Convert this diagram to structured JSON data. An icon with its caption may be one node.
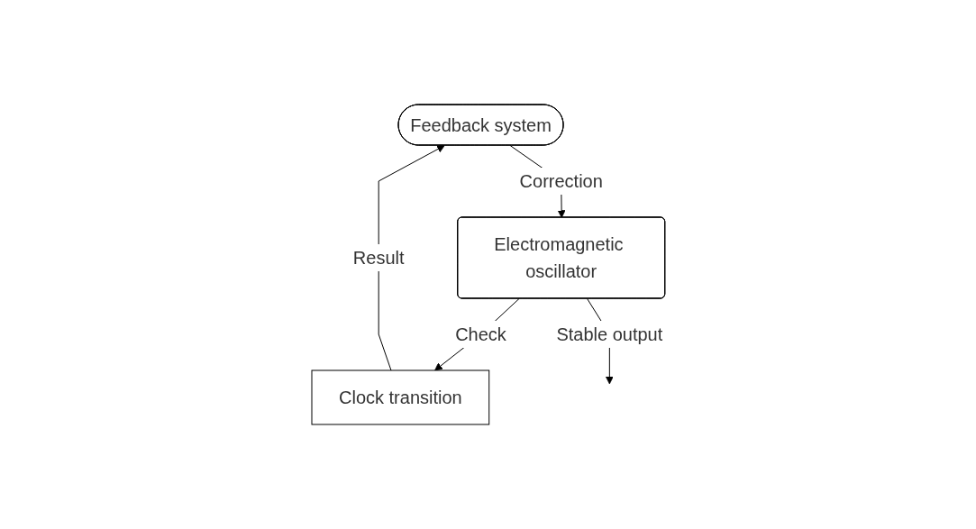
{
  "diagram": {
    "nodes": [
      {
        "text": [
          "Feedback system"
        ]
      },
      {
        "text": [
          "Electromagnetic oscillator"
        ]
      },
      {
        "text": [
          "Clock transition"
        ]
      }
    ],
    "edges": [
      {
        "from": 0,
        "to": 1,
        "arrow": "to",
        "label": "Correction"
      },
      {
        "from": 1,
        "to": 2,
        "arrow": "to",
        "label": "Check"
      },
      {
        "from": 2,
        "to": 0,
        "arrow": "to",
        "label": "Result"
      },
      {
        "from": 1,
        "to": null,
        "arrow": "to",
        "label": "Stable output"
      }
    ]
  }
}
